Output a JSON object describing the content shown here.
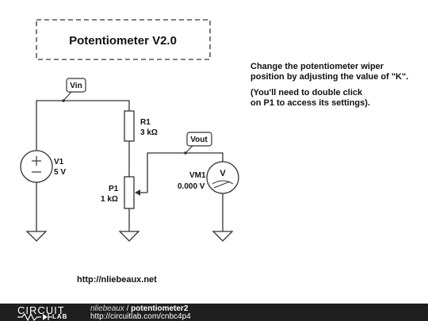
{
  "title": "Potentiometer V2.0",
  "description": {
    "line1": "Change the potentiometer wiper\nposition by adjusting the value of \"K\".",
    "line2": "(You'll need to double click\non P1 to access its settings)."
  },
  "url": "http://nliebeaux.net",
  "components": {
    "v1": {
      "name": "V1",
      "value": "5 V"
    },
    "r1": {
      "name": "R1",
      "value": "3 kΩ"
    },
    "p1": {
      "name": "P1",
      "value": "1 kΩ"
    },
    "vm1": {
      "name": "VM1",
      "value": "0.000 V",
      "symbol": "V"
    }
  },
  "nets": {
    "vin": "Vin",
    "vout": "Vout"
  },
  "footer": {
    "logo_top": "CIRCUIT",
    "logo_bottom": "LAB",
    "user": "nliebeaux",
    "separator": " / ",
    "project": "potentiometer2",
    "link": "http://circuitlab.com/cnbc4p4"
  },
  "colors": {
    "wire": "#333333",
    "footer_bg": "#1e1e1e"
  }
}
